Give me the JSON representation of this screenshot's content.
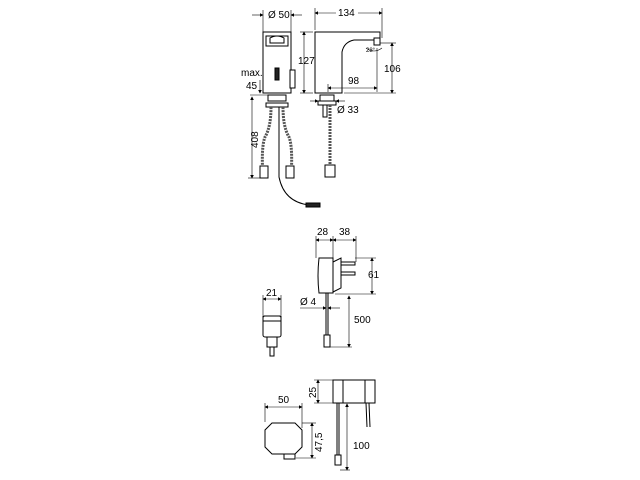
{
  "faucet": {
    "dim_diameter_body": "Ø 50",
    "dim_length": "134",
    "dim_height": "127",
    "dim_spout_height": "106",
    "dim_spout_reach": "98",
    "dim_angle": "28°",
    "dim_max_label": "max.",
    "dim_max_value": "45",
    "dim_hose_length": "408",
    "dim_diameter_base": "Ø 33"
  },
  "power_adapter": {
    "dim_depth": "28",
    "dim_prong": "38",
    "dim_height": "61",
    "dim_cable_diameter": "Ø 4",
    "dim_cable_length": "500",
    "dim_plug_width": "21"
  },
  "sensor_box": {
    "dim_height": "25",
    "dim_wire_length": "100",
    "dim_width": "50",
    "dim_depth": "47,5"
  }
}
